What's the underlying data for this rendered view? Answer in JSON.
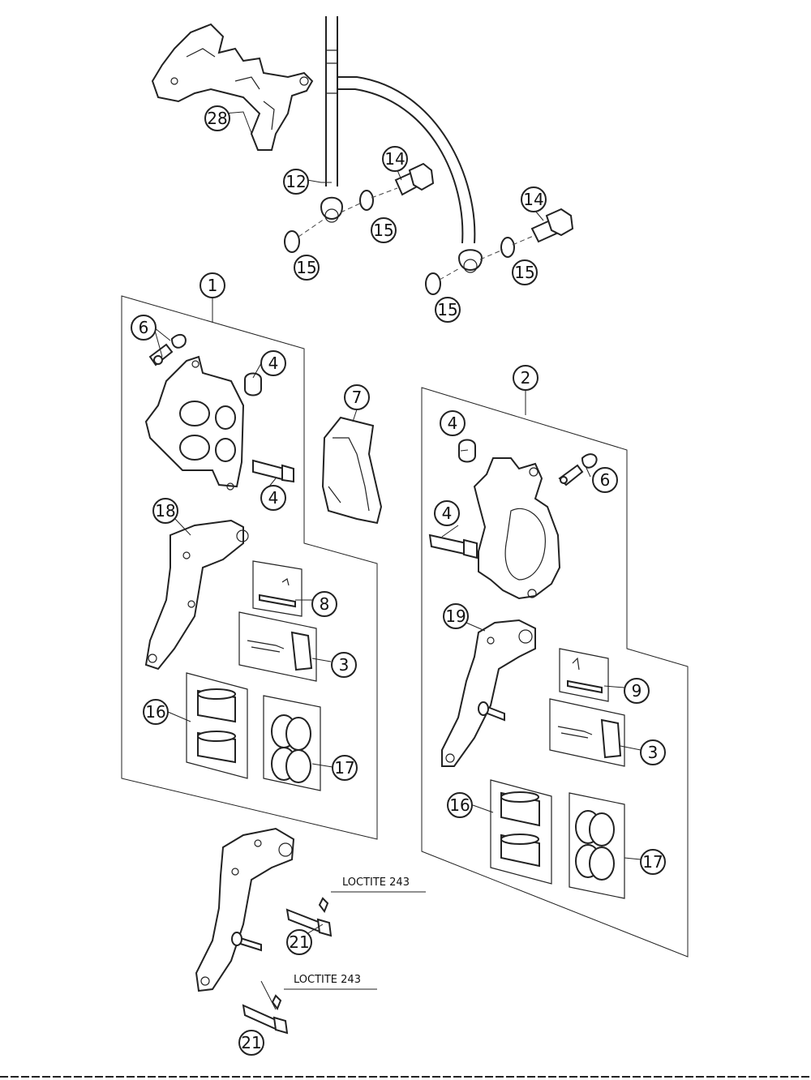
{
  "callouts": {
    "c28": "28",
    "c12": "12",
    "c14a": "14",
    "c14b": "14",
    "c15a": "15",
    "c15b": "15",
    "c15c": "15",
    "c15d": "15",
    "c1": "1",
    "c2": "2",
    "c6a": "6",
    "c6b": "6",
    "c4a": "4",
    "c4b": "4",
    "c4c": "4",
    "c4d": "4",
    "c7": "7",
    "c18": "18",
    "c19": "19",
    "c8": "8",
    "c9": "9",
    "c3a": "3",
    "c3b": "3",
    "c16a": "16",
    "c16b": "16",
    "c17a": "17",
    "c17b": "17",
    "c21a": "21",
    "c21b": "21"
  },
  "notes": {
    "loctite_a": "LOCTITE 243",
    "loctite_b": "LOCTITE 243"
  }
}
